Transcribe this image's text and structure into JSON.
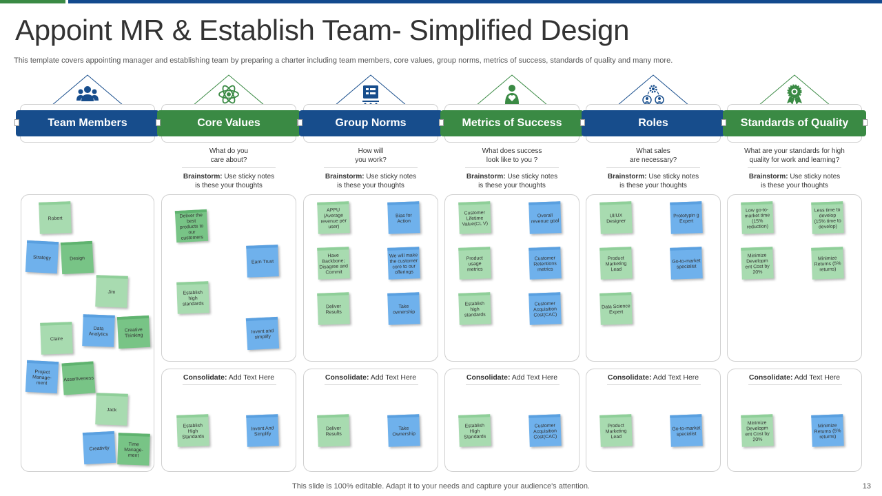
{
  "title": "Appoint MR & Establish Team- Simplified Design",
  "subtitle": "This template covers appointing manager and establishing team by preparing a charter including team members, core values, group norms, metrics of success, standards of quality and many more.",
  "footer": "This slide is 100% editable. Adapt it to your needs and capture your audience's attention.",
  "page_number": "13",
  "brainstorm_label": "Brainstorm:",
  "brainstorm_text_1": "Use sticky notes",
  "brainstorm_text_2": "is these  your thoughts",
  "consolidate_label": "Consolidate:",
  "consolidate_text": "Add Text Here",
  "colors": {
    "blue": "#174d8c",
    "green": "#3a8a44",
    "note_green": "#a8dbb0",
    "note_blue": "#6fb1ec"
  },
  "columns": [
    {
      "header": "Team Members",
      "color": "blue",
      "icon": "team-icon"
    },
    {
      "header": "Core Values",
      "color": "green",
      "icon": "atom-icon",
      "question_1": "What do you",
      "question_2": "care about?"
    },
    {
      "header": "Group Norms",
      "color": "blue",
      "icon": "presentation-board-icon",
      "question_1": "How will",
      "question_2": "you work?"
    },
    {
      "header": "Metrics of Success",
      "color": "green",
      "icon": "person-heart-icon",
      "question_1": "What does success",
      "question_2": "look like to you ?"
    },
    {
      "header": "Roles",
      "color": "blue",
      "icon": "gear-people-icon",
      "question_1": "What sales",
      "question_2": "are necessary?"
    },
    {
      "header": "Standards of Quality",
      "color": "green",
      "icon": "award-badge-icon",
      "question_1": "What are your standards for high",
      "question_2": "quality for work and learning?"
    }
  ],
  "team_members": [
    "Robert",
    "Strategy",
    "Design",
    "Jim",
    "Claire",
    "Data Analytics",
    "Creative Thinking",
    "Project Manage-ment",
    "Assertiveness",
    "Jack",
    "Creativity",
    "Time Manage-ment"
  ],
  "brainstorm_notes": {
    "core_values": [
      "Deliver the best products to our customers",
      "Earn Trust",
      "Establish high standards",
      "Invent and simplify"
    ],
    "group_norms": [
      "APPU (Average revenue per user)",
      "Bias for Action",
      "Have Backbone; Disagree and Commit",
      "We will make the customer core to our offerings",
      "Deliver Results",
      "Take ownership"
    ],
    "metrics": [
      "Customer Lifetime Value(CL V)",
      "Overall revenue goal",
      "Product usage metrics",
      "Customer Retentions metrics",
      "Establish high standards",
      "Customer Acquisition Cost(CAC)"
    ],
    "roles": [
      "UI/UX Designer",
      "Prototypin g Expert",
      "Product Marketing Lead",
      "Go-to-market specialist",
      "Data Science Expert"
    ],
    "quality": [
      "Low go-to-market time (15% reduction)",
      "Less time to develop (15% time to develop)",
      "Minimize Developm ent Cost by 20%",
      "Minimize Returns (5% returns)"
    ]
  },
  "consolidate_notes": {
    "core_values": [
      "Establish High Standards",
      "Invent And Simplify"
    ],
    "group_norms": [
      "Deliver Results",
      "Take Ownership"
    ],
    "metrics": [
      "Establish High Standards",
      "Customer Acquisition Cost(CAC)"
    ],
    "roles": [
      "Product Marketing Lead",
      "Go-to-market specialist"
    ],
    "quality": [
      "Minimize Developm ent Cost by 20%",
      "Minimize Returns (5% returns)"
    ]
  }
}
